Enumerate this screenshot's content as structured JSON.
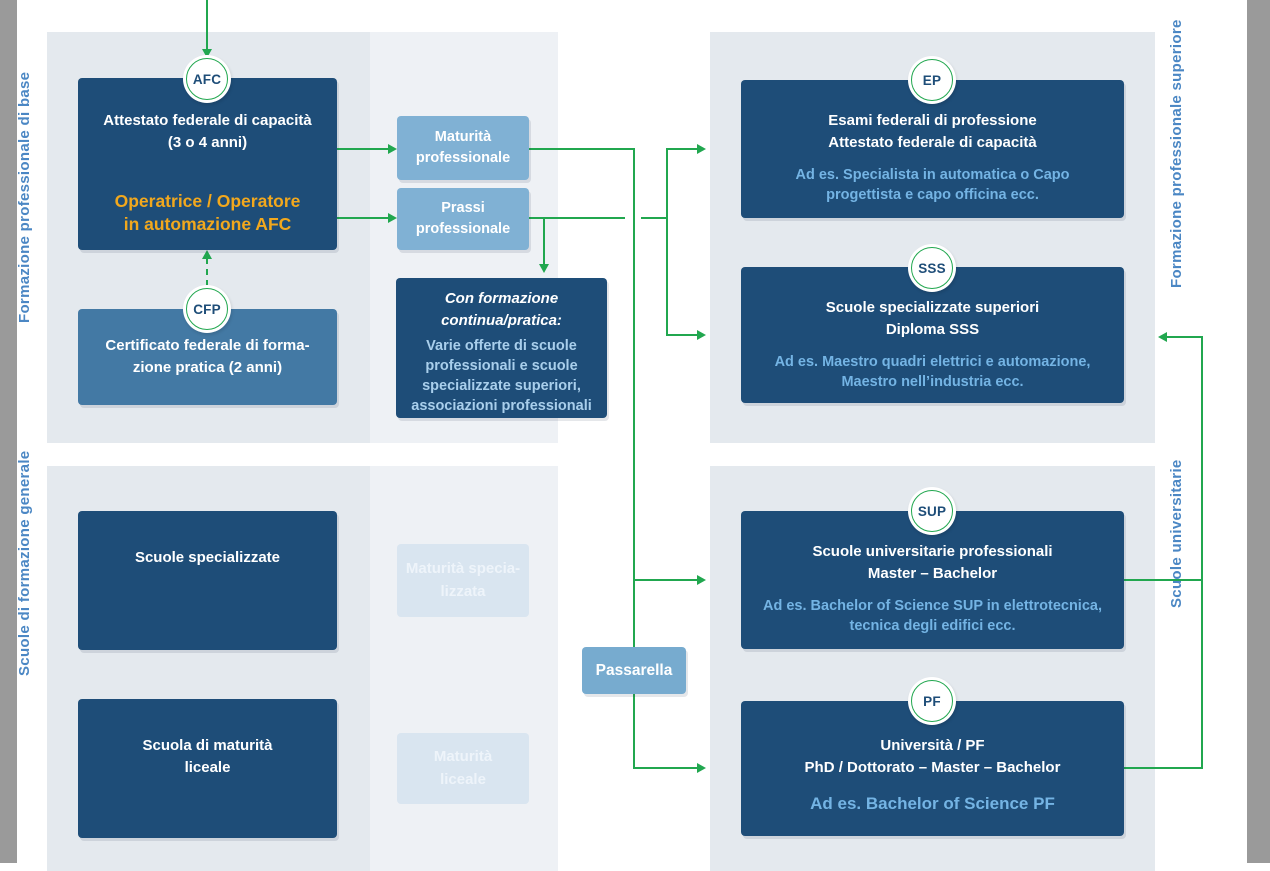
{
  "colors": {
    "navy": "#1e4d78",
    "mid-blue": "#4379a4",
    "light-blue": "#80b1d4",
    "passarella-blue": "#77abcf",
    "panel": "#e4e9ee",
    "strip": "#eef1f5",
    "faded-box": "#d9e5f0",
    "faded-text": "#eef4fa",
    "green": "#21a74f",
    "orange": "#f2a81d",
    "subtext": "#74b4e4",
    "body-light": "#a9cfec",
    "label-blue": "#4b87c4",
    "gray-bar": "#9a9a9a"
  },
  "side_labels": {
    "left_top": "Formazione professionale di base",
    "left_bottom": "Scuole di formazione generale",
    "right_top": "Formazione professionale superiore",
    "right_bottom": "Scuole universitarie"
  },
  "badges": {
    "afc": "AFC",
    "cfp": "CFP",
    "ep": "EP",
    "sss": "SSS",
    "sup": "SUP",
    "pf": "PF"
  },
  "boxes": {
    "afc": {
      "title": "Attestato federale di capacità\n(3 o 4 anni)",
      "highlight": "Operatrice / Operatore\nin automazione AFC"
    },
    "cfp": {
      "title": "Certificato federale di forma-\nzione pratica (2 anni)"
    },
    "maturita_professionale": {
      "title": "Maturità\nprofessionale"
    },
    "prassi_professionale": {
      "title": "Prassi\nprofessionale"
    },
    "formazione_continua": {
      "title": "Con formazione\ncontinua/pratica:",
      "body": "Varie offerte di scuole\nprofessionali e scuole\nspecializzate superiori,\nassociazioni professionali"
    },
    "scuole_specializzate": {
      "title": "Scuole specializzate"
    },
    "scuola_maturita_liceale": {
      "title": "Scuola di maturità\nliceale"
    },
    "maturita_specializzata_faded": {
      "title": "Maturità specia-\nlizzata"
    },
    "maturita_liceale_faded": {
      "title": "Maturità\nliceale"
    },
    "passarella": {
      "title": "Passarella"
    },
    "ep": {
      "title": "Esami federali di professione\nAttestato federale di capacità",
      "example": "Ad es. Specialista in automatica o Capo\nprogettista e capo officina ecc."
    },
    "sss": {
      "title": "Scuole specializzate superiori\nDiploma SSS",
      "example": "Ad es. Maestro quadri elettrici e automazione,\nMaestro nell’industria ecc."
    },
    "sup": {
      "title": "Scuole universitarie professionali\nMaster – Bachelor",
      "example": "Ad es. Bachelor of Science SUP in elettrotecnica,\ntecnica degli edifici ecc."
    },
    "pf": {
      "title": "Università / PF\nPhD / Dottorato – Master – Bachelor",
      "example": "Ad es. Bachelor of Science PF"
    }
  }
}
